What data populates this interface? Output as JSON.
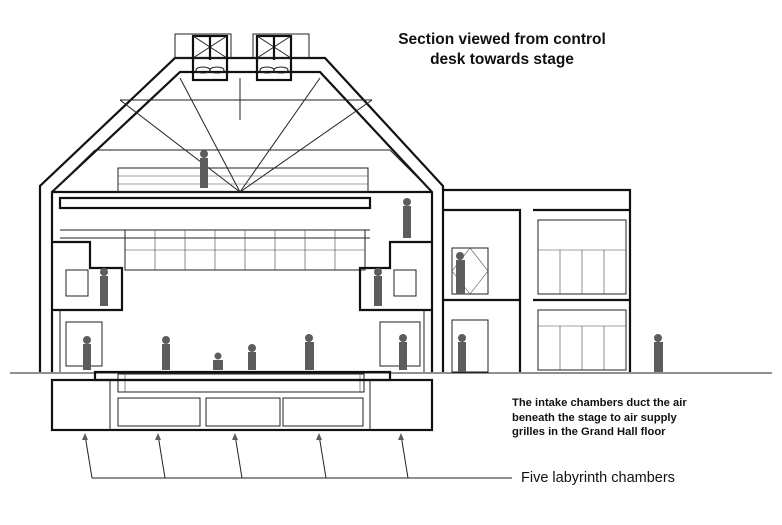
{
  "title_line1": "Section viewed from control",
  "title_line2": "desk towards stage",
  "note_line1": "The intake chambers duct the air",
  "note_line2": "beneath the stage to air supply",
  "note_line3": "grilles in the Grand Hall floor",
  "chambers_label": "Five labyrinth chambers",
  "colors": {
    "line": "#111111",
    "figure": "#5d5d5d"
  }
}
